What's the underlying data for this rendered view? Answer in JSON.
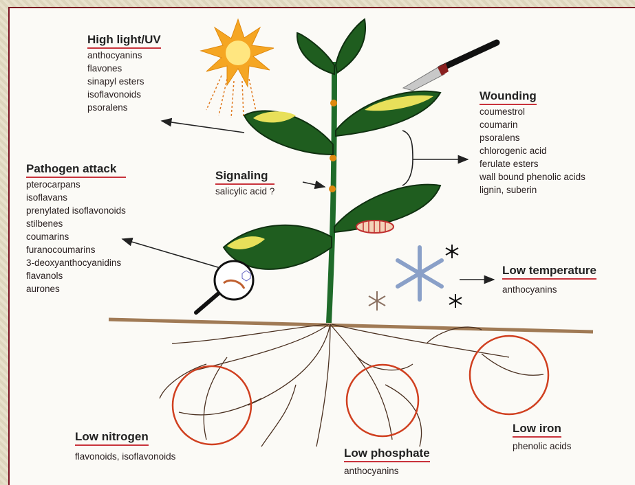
{
  "categories": {
    "high_light": {
      "title": "High light/UV",
      "items": [
        "anthocyanins",
        "flavones",
        "sinapyl esters",
        "isoflavonoids",
        "psoralens"
      ]
    },
    "pathogen": {
      "title": "Pathogen attack",
      "items": [
        "pterocarpans",
        "isoflavans",
        "prenylated isoflavonoids",
        "stilbenes",
        "coumarins",
        "furanocoumarins",
        "3-deoxyanthocyanidins",
        "flavanols",
        "aurones"
      ]
    },
    "signaling": {
      "title": "Signaling",
      "items": [
        "salicylic acid ?"
      ]
    },
    "wounding": {
      "title": "Wounding",
      "items": [
        "coumestrol",
        "coumarin",
        "psoralens",
        "chlorogenic acid",
        "ferulate esters",
        "wall bound phenolic acids",
        "lignin, suberin"
      ]
    },
    "low_temp": {
      "title": "Low temperature",
      "items": [
        "anthocyanins"
      ]
    },
    "low_nitrogen": {
      "title": "Low nitrogen",
      "items": [
        "flavonoids, isoflavonoids"
      ]
    },
    "low_phosphate": {
      "title": "Low phosphate",
      "items": [
        "anthocyanins"
      ]
    },
    "low_iron": {
      "title": "Low iron",
      "items": [
        "phenolic acids"
      ]
    }
  },
  "colors": {
    "border": "#7a1020",
    "title_underline": "#c8323a",
    "leaf": "#1f5d1f",
    "leaf_spot": "#e8e05a",
    "soil": "#a07a55",
    "root_circle": "#d04020",
    "sun": "#f5a623"
  },
  "icons": [
    "sun-icon",
    "knife-icon",
    "magnifier-icon",
    "caterpillar-icon",
    "snowflake-icon"
  ]
}
